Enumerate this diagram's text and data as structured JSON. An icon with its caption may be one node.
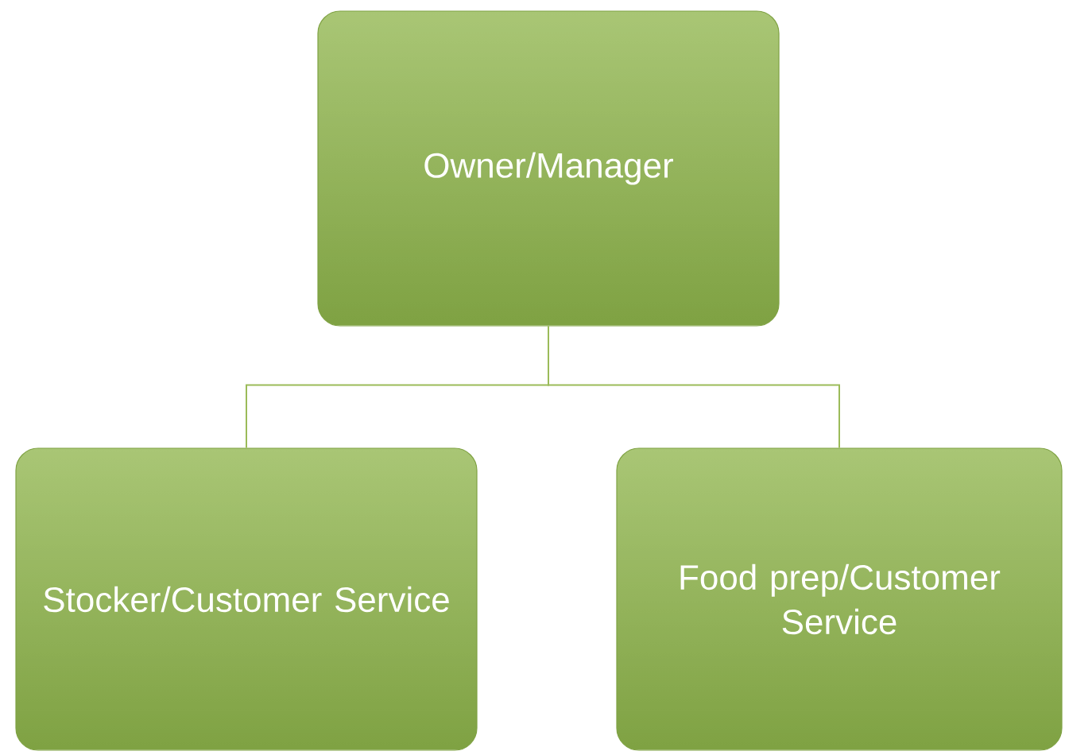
{
  "diagram": {
    "nodes": [
      {
        "text": [
          "Owner/Manager"
        ]
      },
      {
        "text": [
          "Stocker/Customer Service"
        ]
      },
      {
        "text": [
          "Food prep/Customer Service"
        ]
      }
    ],
    "edges": [
      {
        "from": 0,
        "to": 1,
        "arrow": "none"
      },
      {
        "from": 0,
        "to": 2,
        "arrow": "none"
      }
    ]
  }
}
